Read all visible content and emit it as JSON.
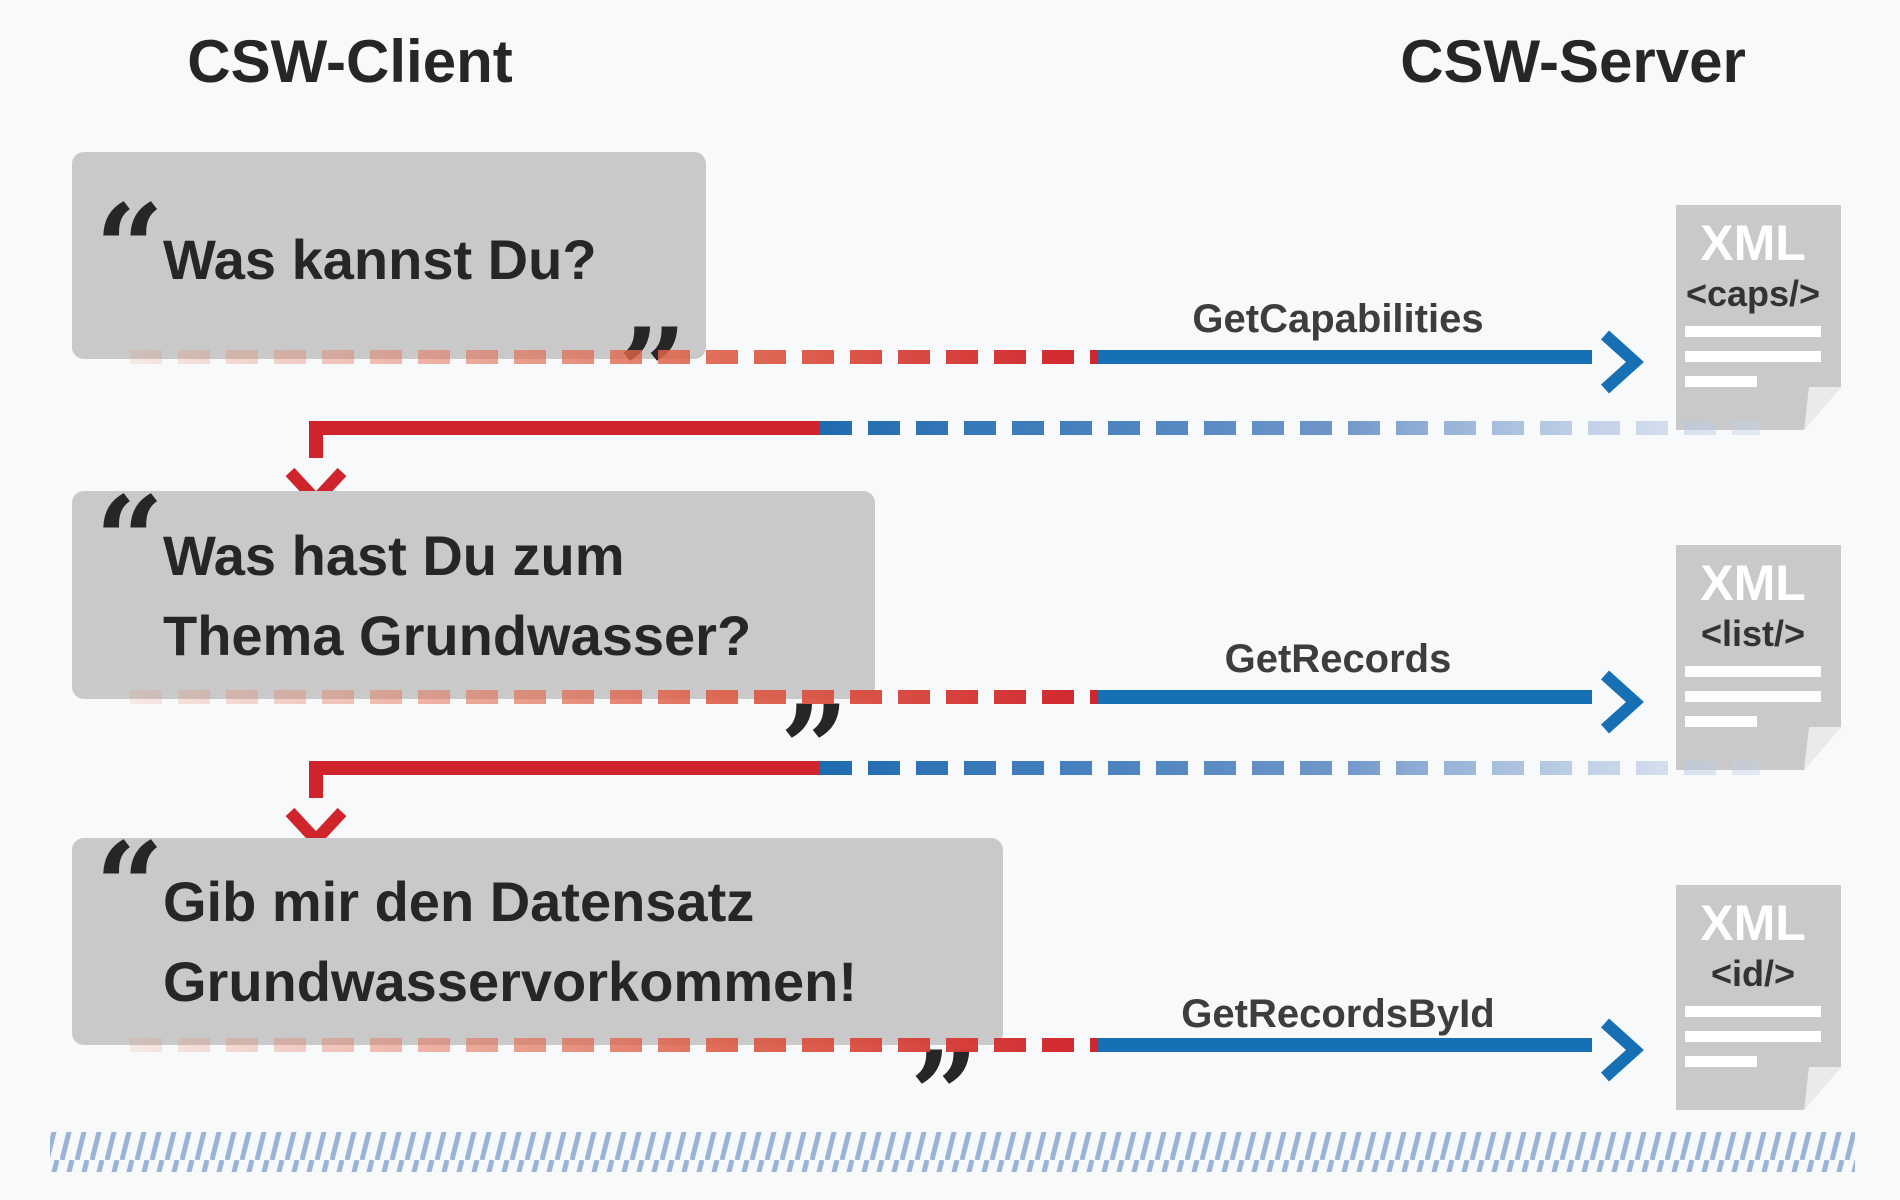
{
  "headers": {
    "client": "CSW-Client",
    "server": "CSW-Server"
  },
  "exchanges": [
    {
      "question_lines": [
        "Was kannst Du?"
      ],
      "request": "GetCapabilities",
      "response": {
        "title": "XML",
        "tag": "<caps/>"
      }
    },
    {
      "question_lines": [
        "Was hast Du zum",
        "Thema Grundwasser?"
      ],
      "request": "GetRecords",
      "response": {
        "title": "XML",
        "tag": "<list/>"
      }
    },
    {
      "question_lines": [
        "Gib mir den Datensatz",
        "Grundwasservorkommen!"
      ],
      "request": "GetRecordsById",
      "response": {
        "title": "XML",
        "tag": "<id/>"
      }
    }
  ],
  "icons": {
    "quote_open": "quote-open-icon",
    "quote_close": "quote-close-icon",
    "document": "xml-document-icon",
    "arrow": "chevron-arrow-icon"
  },
  "colors": {
    "client": "#d0242c",
    "client_light": "#e8937e",
    "server": "#1670b3",
    "server_light": "#b9c9e3",
    "bubble": "#c8c9c8",
    "document": "#c8c9c8",
    "text": "#262626"
  }
}
